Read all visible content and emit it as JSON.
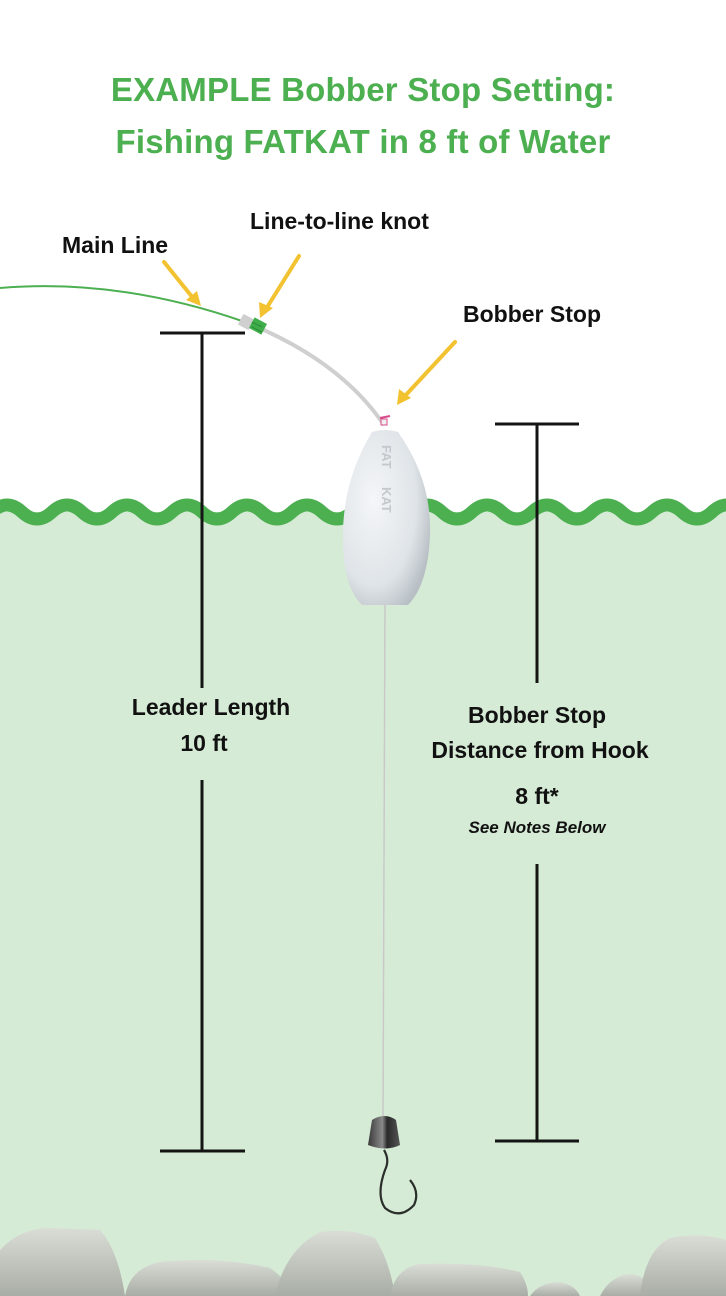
{
  "title": {
    "line1": "EXAMPLE Bobber Stop Setting:",
    "line2": "Fishing FATKAT in 8 ft of Water"
  },
  "callouts": {
    "main_line": "Main Line",
    "knot": "Line-to-line knot",
    "bobber_stop": "Bobber Stop"
  },
  "bobber": {
    "text_top": "FAT",
    "text_bottom": "KAT"
  },
  "measurements": {
    "leader": {
      "label": "Leader Length",
      "value": "10 ft"
    },
    "stop_distance": {
      "label_line1": "Bobber Stop",
      "label_line2": "Distance from Hook",
      "value": "8 ft*",
      "note": "See Notes Below"
    }
  },
  "colors": {
    "title_green": "#4caf50",
    "wave_green": "#4caf50",
    "water": "#d6ebd6",
    "arrow_yellow": "#f2c230",
    "main_line": "#4caf50",
    "leader_line": "#cfcfcf"
  }
}
